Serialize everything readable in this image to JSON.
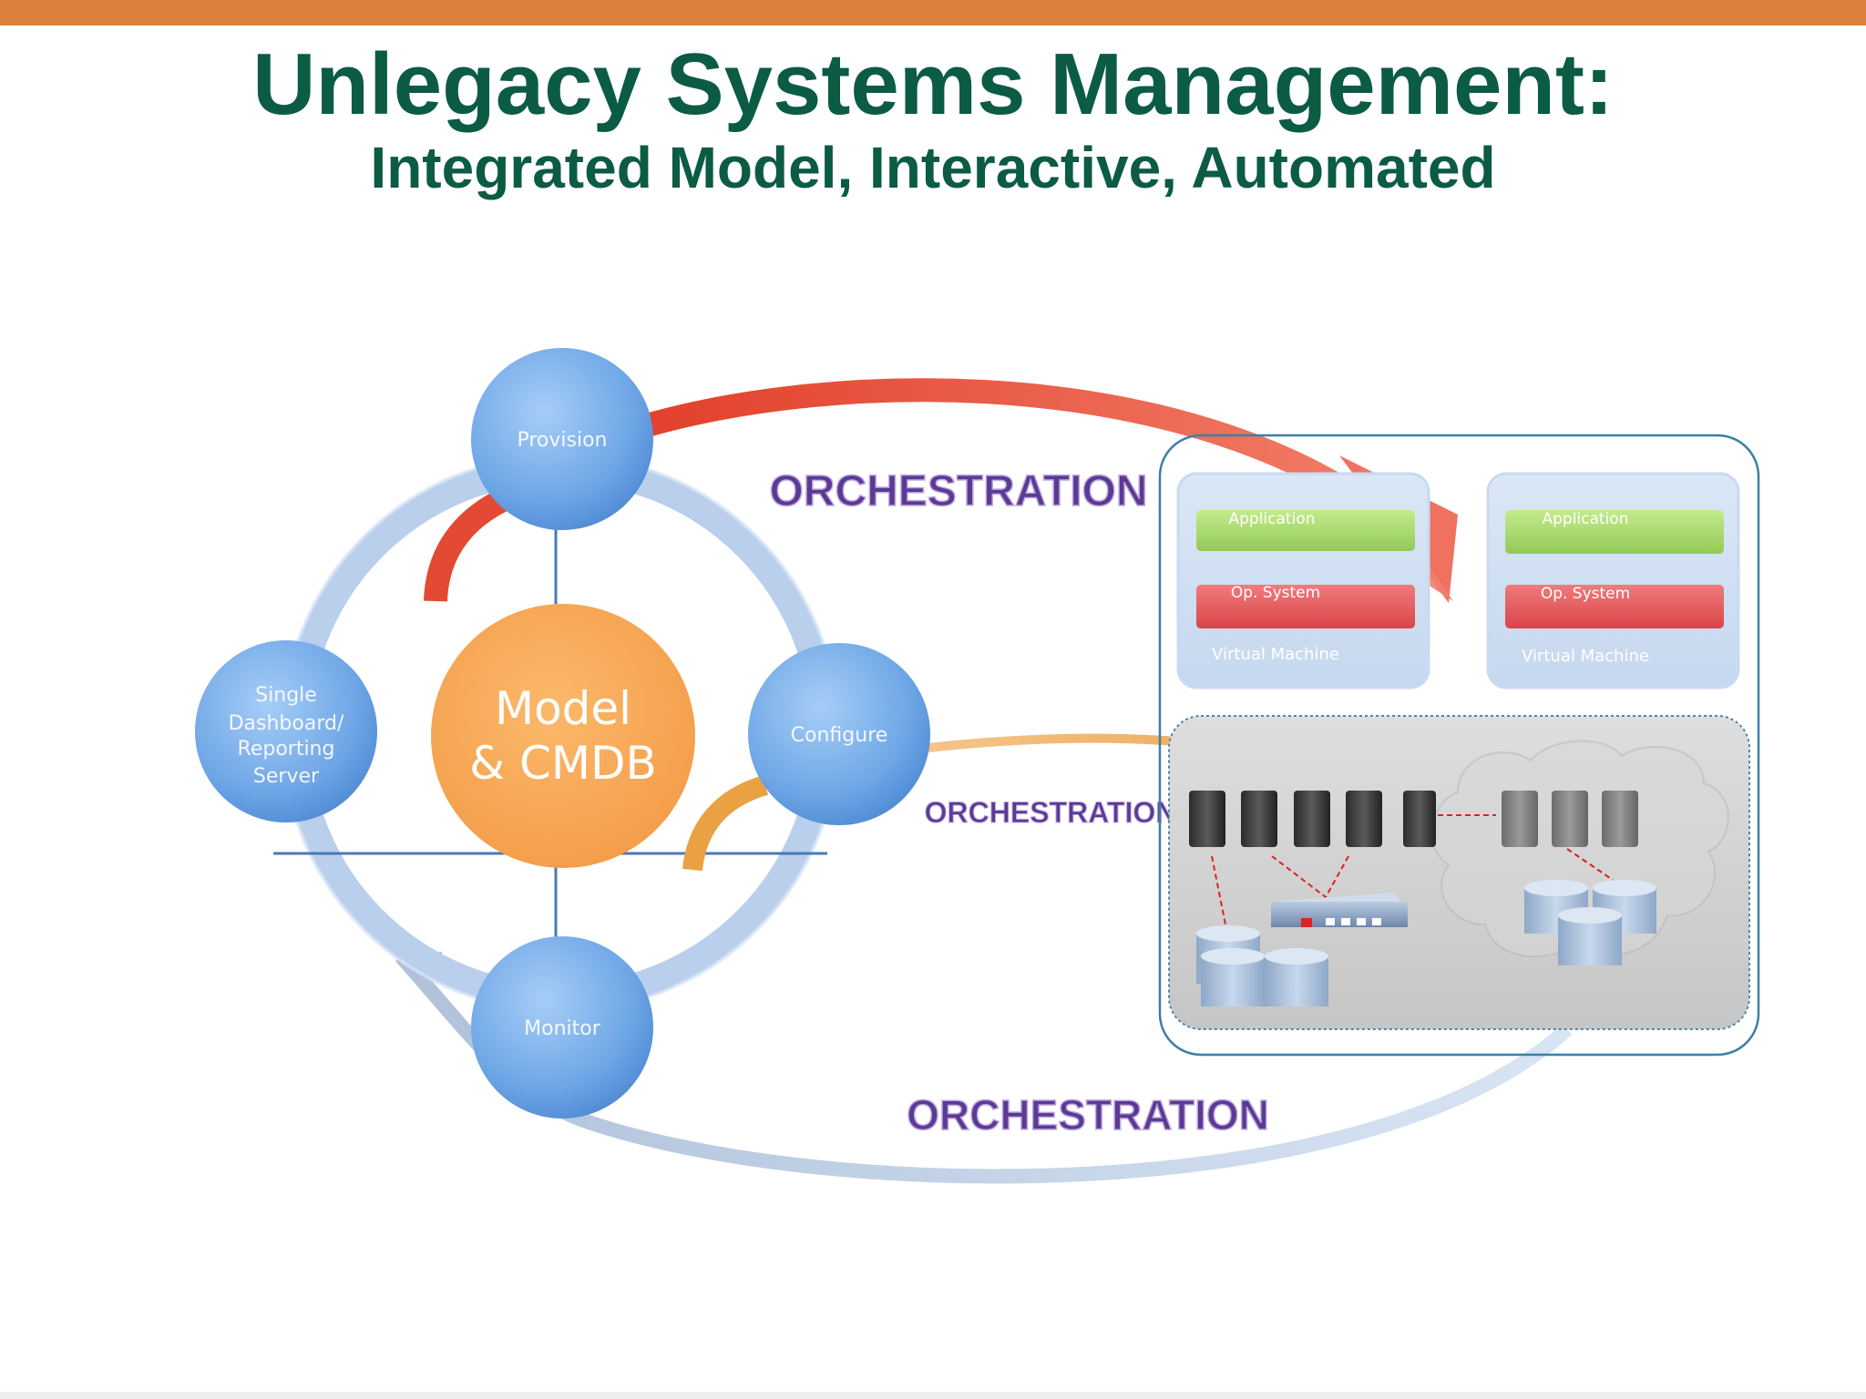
{
  "header": {
    "title": "Unlegacy Systems Management:",
    "subtitle": "Integrated Model, Interactive, Automated"
  },
  "cycle": {
    "center": "Model & CMDB",
    "center_line1": "Model",
    "center_line2": "& CMDB",
    "nodes": {
      "provision": "Provision",
      "configure": "Configure",
      "monitor": "Monitor",
      "dashboard_lines": [
        "Single",
        "Dashboard/",
        "Reporting",
        "Server"
      ]
    }
  },
  "orchestration": {
    "top": "ORCHESTRATION",
    "middle": "ORCHESTRATION",
    "bottom": "ORCHESTRATION"
  },
  "vm_stack_left": {
    "application": "Application",
    "op_system": "Op. System",
    "virtual_machine": "Virtual Machine"
  },
  "vm_stack_right": {
    "application": "Application",
    "op_system": "Op. System",
    "virtual_machine": "Virtual Machine"
  },
  "colors": {
    "title": "#0b5b45",
    "top_bar": "#db803e",
    "node_blue": "#6fa6e4",
    "center_orange": "#f6a753",
    "orchestration_text": "#5b3a94",
    "arrow_red": "#e8513a",
    "arrow_orange": "#e9a144",
    "application_green": "#a9d86c",
    "os_red": "#e5555a"
  }
}
